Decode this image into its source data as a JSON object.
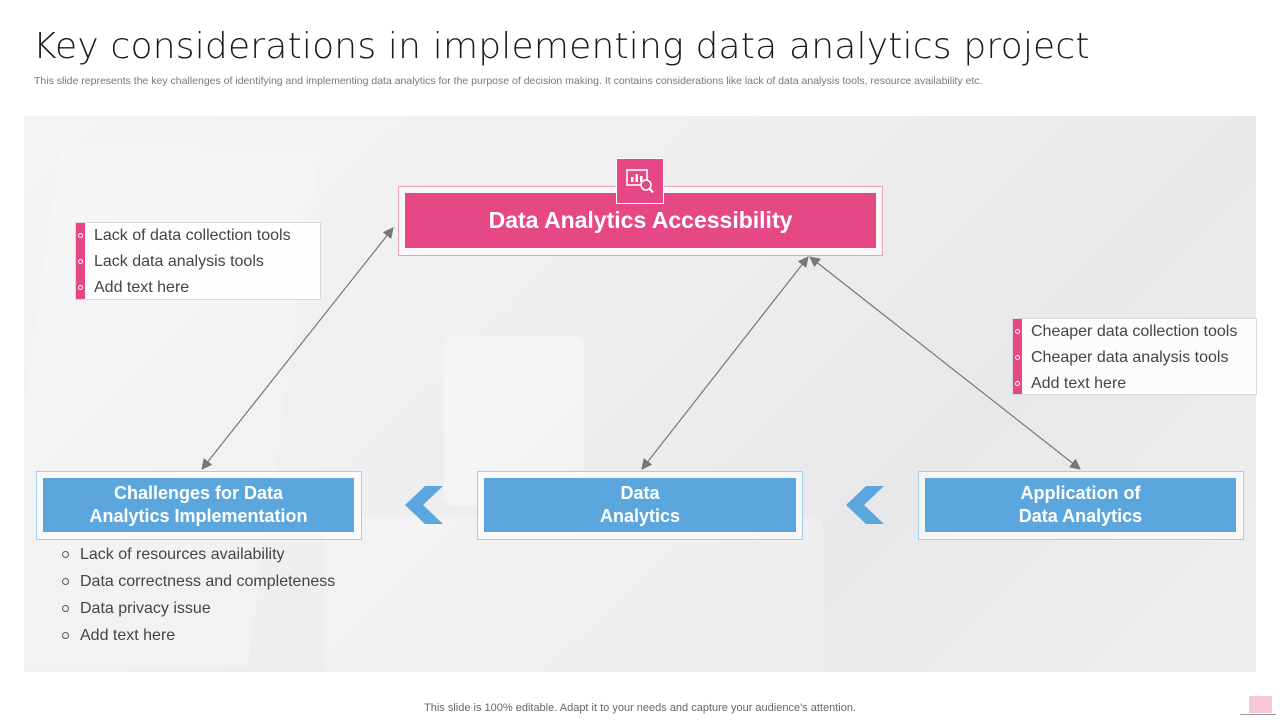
{
  "title": "Key considerations in implementing data analytics project",
  "subtitle": "This slide represents the key challenges of identifying and implementing data analytics for the purpose of decision making. It contains considerations like lack of data analysis tools, resource availability etc.",
  "top_node": {
    "label": "Data Analytics Accessibility",
    "icon": "analytics-chart-magnifier-icon"
  },
  "nodes": [
    {
      "line1": "Challenges for Data",
      "line2": "Analytics Implementation"
    },
    {
      "line1": "Data",
      "line2": "Analytics"
    },
    {
      "line1": "Application of",
      "line2": "Data Analytics"
    }
  ],
  "left_box": {
    "items": [
      "Lack of data collection tools",
      "Lack data analysis tools",
      "Add text here"
    ]
  },
  "right_box": {
    "items": [
      "Cheaper data collection tools",
      "Cheaper data analysis tools",
      "Add text here"
    ]
  },
  "challenges_list": {
    "items": [
      "Lack of resources availability",
      "Data correctness and completeness",
      "Data privacy issue",
      "Add text here"
    ]
  },
  "footer": "This slide is 100% editable. Adapt it to your needs and capture your audience's attention.",
  "colors": {
    "pink": "#e64785",
    "blue": "#5ba7dd",
    "light_blue": "#9fd0ee",
    "arrow": "#777777"
  }
}
